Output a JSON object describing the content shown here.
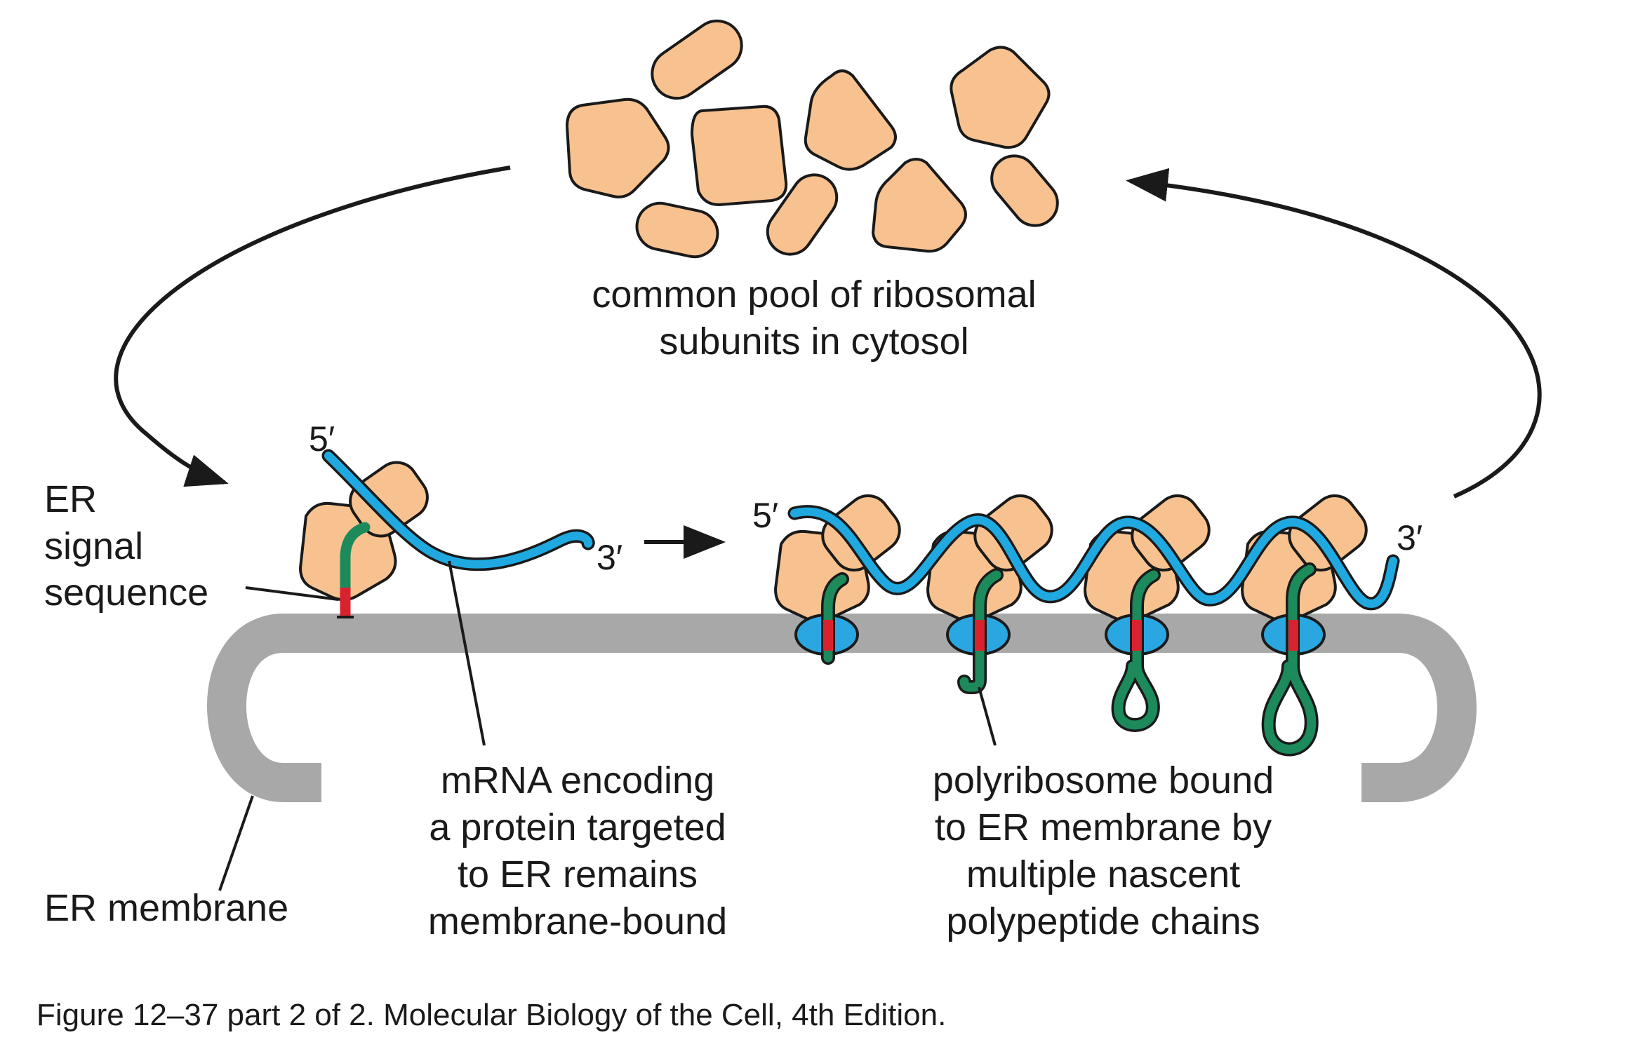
{
  "labels": {
    "pool": [
      "common pool of ribosomal",
      "subunits in cytosol"
    ],
    "signal": [
      "ER",
      "signal",
      "sequence"
    ],
    "mrna": [
      "mRNA encoding",
      "a protein targeted",
      "to ER remains",
      "membrane-bound"
    ],
    "polyribosome": [
      "polyribosome bound",
      "to ER membrane by",
      "multiple nascent",
      "polypeptide chains"
    ],
    "membrane": "ER membrane",
    "five_prime_left": "5′",
    "three_prime_left": "3′",
    "five_prime_right": "5′",
    "three_prime_right": "3′"
  },
  "caption": "Figure 12–37 part 2 of 2. Molecular Biology of the Cell, 4th Edition.",
  "colors": {
    "ribosome": "#f7c28f",
    "mrna": "#1fa9e0",
    "polypeptide": "#1c8a5a",
    "signal": "#d8232e",
    "translocon": "#2aa7e0",
    "membrane": "#a8a8a8",
    "line": "#1a1a1a"
  }
}
